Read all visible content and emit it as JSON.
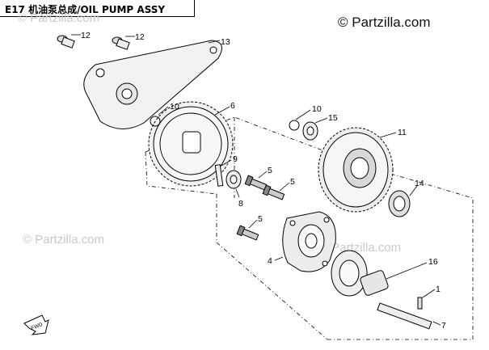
{
  "header": {
    "title": "E17 机油泵总成/OIL PUMP ASSY"
  },
  "watermark": {
    "main": "© Partzilla.com",
    "faint": [
      "© Partzilla.com",
      "© Partzilla.com",
      "© Partzilla.com"
    ]
  },
  "callouts": {
    "c12a": "12",
    "c12b": "12",
    "c13": "13",
    "c10a": "10",
    "c6": "6",
    "c10b": "10",
    "c15": "15",
    "c11": "11",
    "c9": "9",
    "c5a": "5",
    "c8": "8",
    "c5b": "5",
    "c14": "14",
    "c5c": "5",
    "c4": "4",
    "c16": "16",
    "c1": "1",
    "c7": "7"
  },
  "fwd_label": "FWD"
}
